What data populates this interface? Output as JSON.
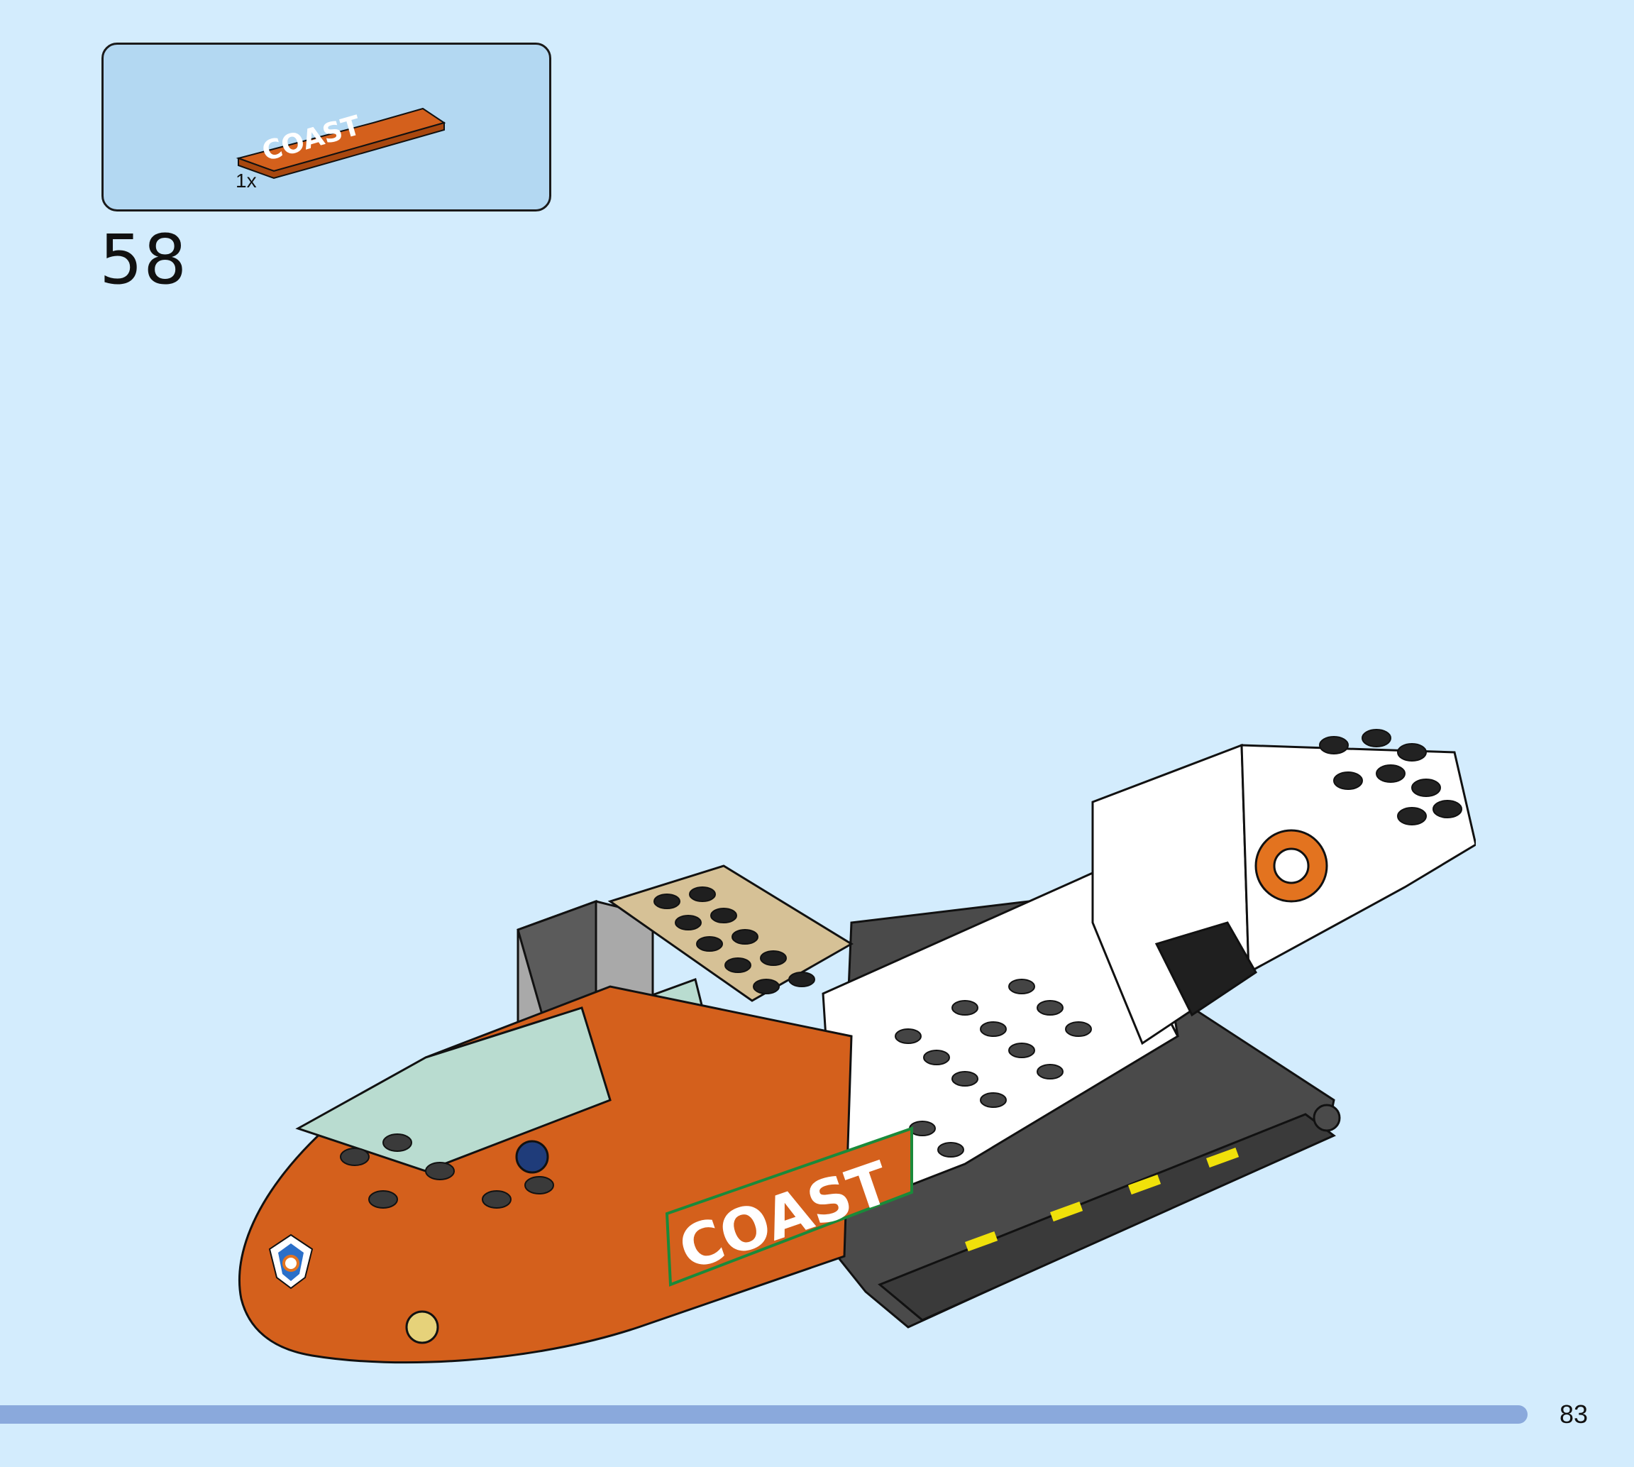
{
  "parts_callout": {
    "quantity": "1x",
    "part": {
      "name": "orange 1x4 printed tile",
      "print_text": "COAST",
      "color": "#d4601c"
    }
  },
  "step": {
    "number": "58"
  },
  "model": {
    "hull_print_text": "COAST",
    "colors": {
      "hull_orange": "#d4601c",
      "tan_plate": "#d6c196",
      "dark_gray": "#4a4a4a",
      "light_gray": "#a9a9a9",
      "white": "#ffffff",
      "black": "#1f1f1f",
      "trans_clear": "#b9dcd0",
      "yellow_stripe": "#f0e10a"
    }
  },
  "footer": {
    "page_number": "83",
    "bar_color": "#8aa9dc"
  },
  "page": {
    "background": "#d3ecfd"
  }
}
